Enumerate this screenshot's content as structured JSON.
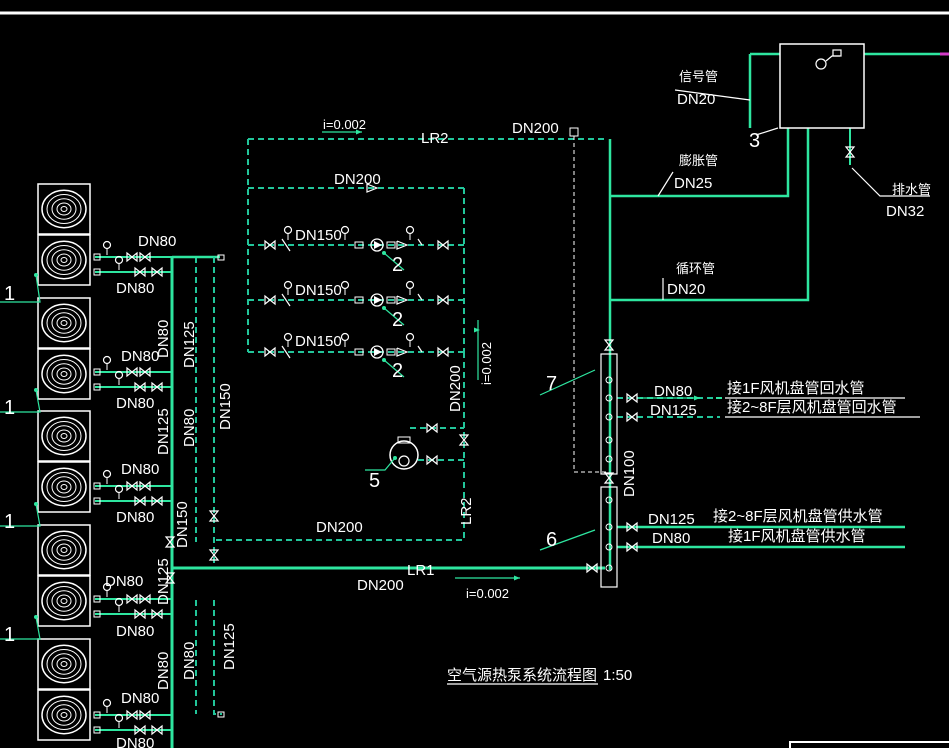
{
  "colors": {
    "background": "#000000",
    "pipe": "#22c59a",
    "pipe_bright": "#2ee6a0",
    "text": "#ffffff",
    "frame": "#ffffff",
    "accent_magenta": "#d43cc8"
  },
  "labels": {
    "dn80": "DN80",
    "dn100": "DN100",
    "dn125": "DN125",
    "dn150": "DN150",
    "dn200": "DN200",
    "dn20": "DN20",
    "dn25": "DN25",
    "dn32": "DN32",
    "lr1": "LR1",
    "lr2": "LR2",
    "slope": "i=0.002",
    "signal_pipe": "信号管",
    "expansion_pipe": "膨胀管",
    "circulation_pipe": "循环管",
    "drain_pipe": "排水管",
    "return_1f": "接1F风机盘管回水管",
    "return_2_8f": "接2~8F层风机盘管回水管",
    "supply_2_8f": "接2~8F层风机盘管供水管",
    "supply_1f": "接1F风机盘管供水管",
    "title": "空气源热泵系统流程图",
    "scale": "1:50"
  },
  "tags": {
    "heat_pump": "1",
    "pump": "2",
    "tank": "3",
    "buffer": "5",
    "supply_header": "6",
    "return_header": "7"
  }
}
